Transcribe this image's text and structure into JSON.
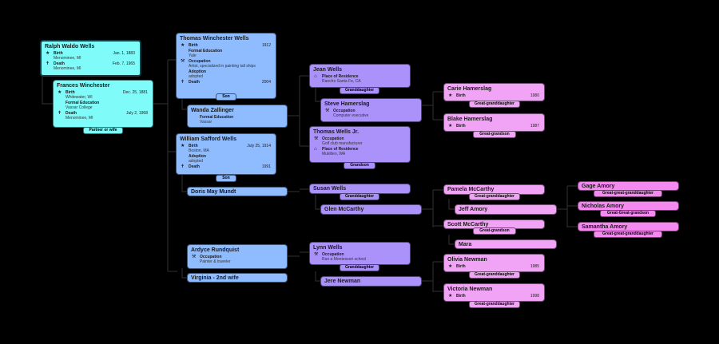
{
  "persons": {
    "ralph": {
      "name": "Ralph Waldo Wells",
      "birth_label": "Birth",
      "birth_date": "Jan. 1, 1883",
      "birth_place": "Menominee, MI",
      "death_label": "Death",
      "death_date": "Feb. 7, 1965",
      "death_place": "Menominee, MI"
    },
    "frances": {
      "name": "Frances Winchester",
      "birth_label": "Birth",
      "birth_date": "Dec. 25, 1881",
      "birth_place": "Whitewater, WI",
      "edu_label": "Formal Education",
      "edu_value": "Vassar College",
      "death_label": "Death",
      "death_date": "July 2, 1968",
      "death_place": "Menominee, MI",
      "tag": "Partner or wife"
    },
    "thomas": {
      "name": "Thomas Winchester Wells",
      "birth_label": "Birth",
      "birth_date": "1912",
      "edu_label": "Formal Education",
      "edu_value": "Yale",
      "occ_label": "Occupation",
      "occ_value": "Artist, specialized in painting tall ships",
      "adopt_label": "Adoption",
      "adopt_value": "adopted",
      "death_label": "Death",
      "death_date": "2004",
      "tag": "Son"
    },
    "wanda": {
      "name": "Wanda Zallinger",
      "edu_label": "Formal Education",
      "edu_value": "Vassar"
    },
    "william": {
      "name": "William Safford Wells",
      "birth_label": "Birth",
      "birth_date": "July 25, 1914",
      "birth_place": "Boston, MA",
      "adopt_label": "Adoption",
      "adopt_value": "adopted",
      "death_label": "Death",
      "death_date": "1991",
      "tag": "Son"
    },
    "doris": {
      "name": "Doris May Mundt"
    },
    "ardyce": {
      "name": "Ardyce Rundquist",
      "occ_label": "Occupation",
      "occ_value": "Painter & traveler"
    },
    "virginia": {
      "name": "Virginia - 2nd wife"
    },
    "jean": {
      "name": "Jean Wells",
      "res_label": "Place of Residence",
      "res_value": "Rancho Santa Fe, CA",
      "tag": "Granddaughter"
    },
    "steve": {
      "name": "Steve Hamerslag",
      "occ_label": "Occupation",
      "occ_value": "Computer executive"
    },
    "thomasjr": {
      "name": "Thomas Wells Jr.",
      "occ_label": "Occupation",
      "occ_value": "Golf club manufacturer",
      "res_label": "Place of Residence",
      "res_value": "Mukilteo, WA",
      "tag": "Grandson"
    },
    "susan": {
      "name": "Susan Wells",
      "tag": "Granddaughter"
    },
    "glen": {
      "name": "Glen McCarthy"
    },
    "lynn": {
      "name": "Lynn Wells",
      "occ_label": "Occupation",
      "occ_value": "Run a Montessori school",
      "tag": "Granddaughter"
    },
    "jere": {
      "name": "Jere Newman"
    },
    "carie": {
      "name": "Carie Hamerslag",
      "birth_label": "Birth",
      "birth_date": "1980",
      "tag": "Great-granddaughter"
    },
    "blake": {
      "name": "Blake Hamerslag",
      "birth_label": "Birth",
      "birth_date": "1987",
      "tag": "Great-grandson"
    },
    "pamela": {
      "name": "Pamela McCarthy",
      "tag": "Great-granddaughter"
    },
    "jeff": {
      "name": "Jeff Amory"
    },
    "scott": {
      "name": "Scott McCarthy",
      "tag": "Great-grandson"
    },
    "mara": {
      "name": "Mara"
    },
    "olivia": {
      "name": "Olivia Newman",
      "birth_label": "Birth",
      "birth_date": "1985",
      "tag": "Great-granddaughter"
    },
    "victoria": {
      "name": "Victoria Newman",
      "birth_label": "Birth",
      "birth_date": "1998",
      "tag": "Great-granddaughter"
    },
    "gage": {
      "name": "Gage Amory",
      "tag": "Great-great-granddaughter"
    },
    "nicholas": {
      "name": "Nicholas Amory",
      "tag": "Great-Great-grandson"
    },
    "samantha": {
      "name": "Samantha Amory",
      "tag": "Great-great-granddaughter"
    }
  },
  "colors": {
    "background": "#000000",
    "generation1": "#7ffcfa",
    "generation2": "#8fbcff",
    "generation3": "#ab92fb",
    "generation4": "#f1a4f5",
    "generation5": "#f48af0",
    "connector": "#222222"
  },
  "icons": {
    "birth": "star-icon",
    "death": "cross-icon",
    "occupation": "tool-icon",
    "residence": "house-icon"
  }
}
